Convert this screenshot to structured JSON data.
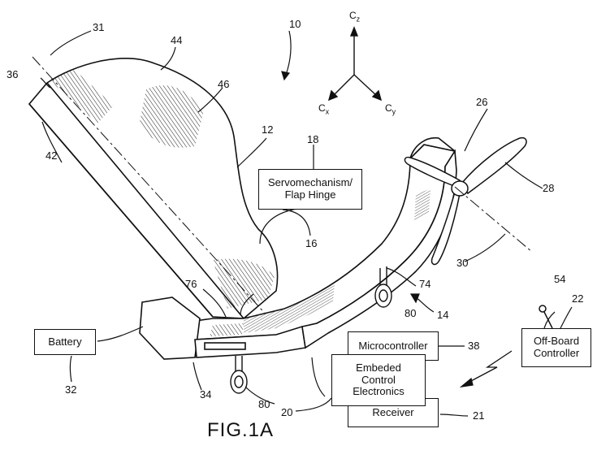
{
  "figure": {
    "label": "FIG.1A"
  },
  "axes": {
    "z": "z",
    "x": "x",
    "y": "y",
    "symbol": "C"
  },
  "boxes": {
    "servo_line1": "Servomechanism/",
    "servo_line2": "Flap Hinge",
    "battery": "Battery",
    "microcontroller": "Microcontroller",
    "embedded_line1": "Embeded",
    "embedded_line2": "Control",
    "embedded_line3": "Electronics",
    "receiver": "Receiver",
    "offboard_line1": "Off-Board",
    "offboard_line2": "Controller"
  },
  "refs": {
    "r10": "10",
    "r31": "31",
    "r44": "44",
    "r36": "36",
    "r46": "46",
    "r42": "42",
    "r12": "12",
    "r18": "18",
    "r26": "26",
    "r28": "28",
    "r16": "16",
    "r30": "30",
    "r74": "74",
    "r76": "76",
    "r80a": "80",
    "r14": "14",
    "r54": "54",
    "r22": "22",
    "r38": "38",
    "r32": "32",
    "r34": "34",
    "r80b": "80",
    "r20": "20",
    "r21": "21"
  }
}
